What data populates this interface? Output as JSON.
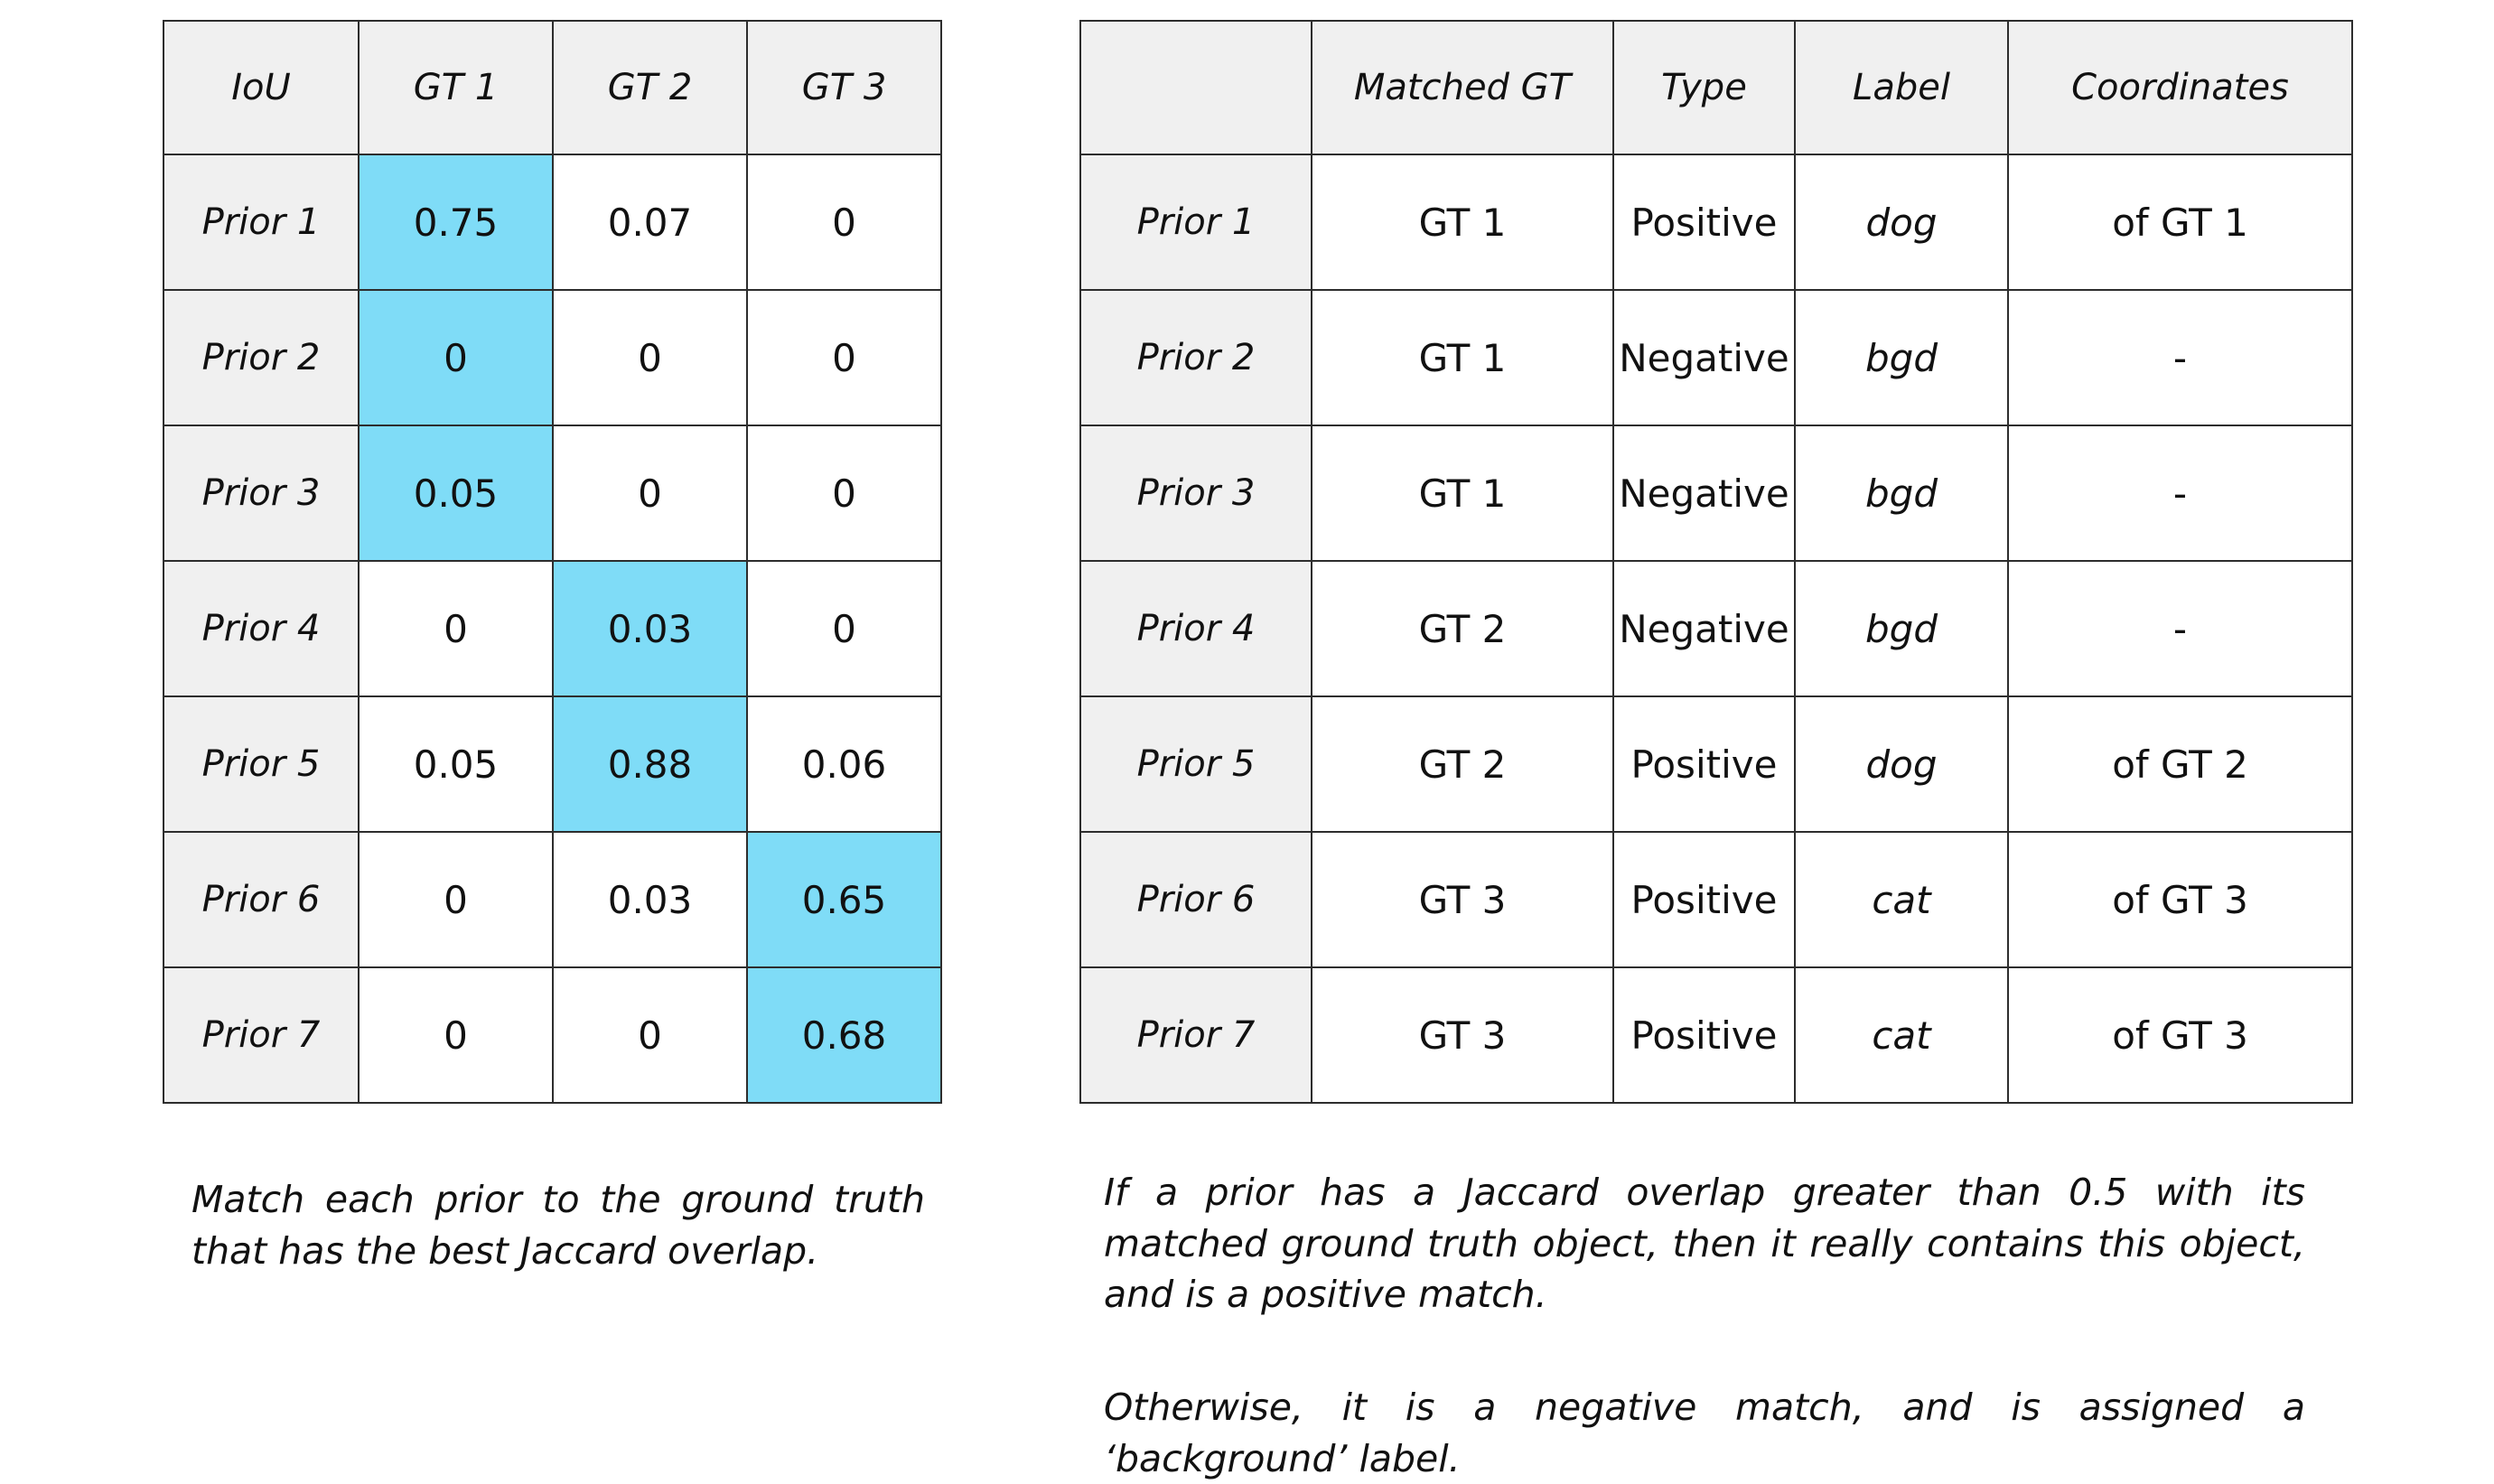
{
  "iou_table": {
    "headers": [
      "IoU",
      "GT 1",
      "GT 2",
      "GT 3"
    ],
    "rows": [
      {
        "label": "Prior 1",
        "values": [
          "0.75",
          "0.07",
          "0"
        ],
        "highlight": [
          true,
          false,
          false
        ]
      },
      {
        "label": "Prior 2",
        "values": [
          "0",
          "0",
          "0"
        ],
        "highlight": [
          true,
          false,
          false
        ]
      },
      {
        "label": "Prior 3",
        "values": [
          "0.05",
          "0",
          "0"
        ],
        "highlight": [
          true,
          false,
          false
        ]
      },
      {
        "label": "Prior 4",
        "values": [
          "0",
          "0.03",
          "0"
        ],
        "highlight": [
          false,
          true,
          false
        ]
      },
      {
        "label": "Prior 5",
        "values": [
          "0.05",
          "0.88",
          "0.06"
        ],
        "highlight": [
          false,
          true,
          false
        ]
      },
      {
        "label": "Prior 6",
        "values": [
          "0",
          "0.03",
          "0.65"
        ],
        "highlight": [
          false,
          false,
          true
        ]
      },
      {
        "label": "Prior 7",
        "values": [
          "0",
          "0",
          "0.68"
        ],
        "highlight": [
          false,
          false,
          true
        ]
      }
    ],
    "highlight_color": "#7fdcf7",
    "header_fill": "#f0f0f0",
    "border_color": "#2d2d2d"
  },
  "match_table": {
    "headers": [
      "",
      "Matched GT",
      "Type",
      "Label",
      "Coordinates"
    ],
    "rows": [
      {
        "label": "Prior 1",
        "matched_gt": "GT 1",
        "type": "Positive",
        "class_label": "dog",
        "coordinates": "of GT 1"
      },
      {
        "label": "Prior 2",
        "matched_gt": "GT 1",
        "type": "Negative",
        "class_label": "bgd",
        "coordinates": "-"
      },
      {
        "label": "Prior 3",
        "matched_gt": "GT 1",
        "type": "Negative",
        "class_label": "bgd",
        "coordinates": "-"
      },
      {
        "label": "Prior 4",
        "matched_gt": "GT 2",
        "type": "Negative",
        "class_label": "bgd",
        "coordinates": "-"
      },
      {
        "label": "Prior 5",
        "matched_gt": "GT 2",
        "type": "Positive",
        "class_label": "dog",
        "coordinates": "of GT 2"
      },
      {
        "label": "Prior 6",
        "matched_gt": "GT 3",
        "type": "Positive",
        "class_label": "cat",
        "coordinates": "of GT 3"
      },
      {
        "label": "Prior 7",
        "matched_gt": "GT 3",
        "type": "Positive",
        "class_label": "cat",
        "coordinates": "of GT 3"
      }
    ],
    "header_fill": "#f0f0f0",
    "border_color": "#2d2d2d"
  },
  "captions": {
    "left": "Match each prior to the ground truth that has the best Jaccard overlap.",
    "right_1": "If a prior has a Jaccard overlap greater than 0.5 with its matched ground truth object, then it really contains this object, and is a positive match.",
    "right_2": "Otherwise, it is a negative match, and is assigned a ‘background’ label."
  }
}
